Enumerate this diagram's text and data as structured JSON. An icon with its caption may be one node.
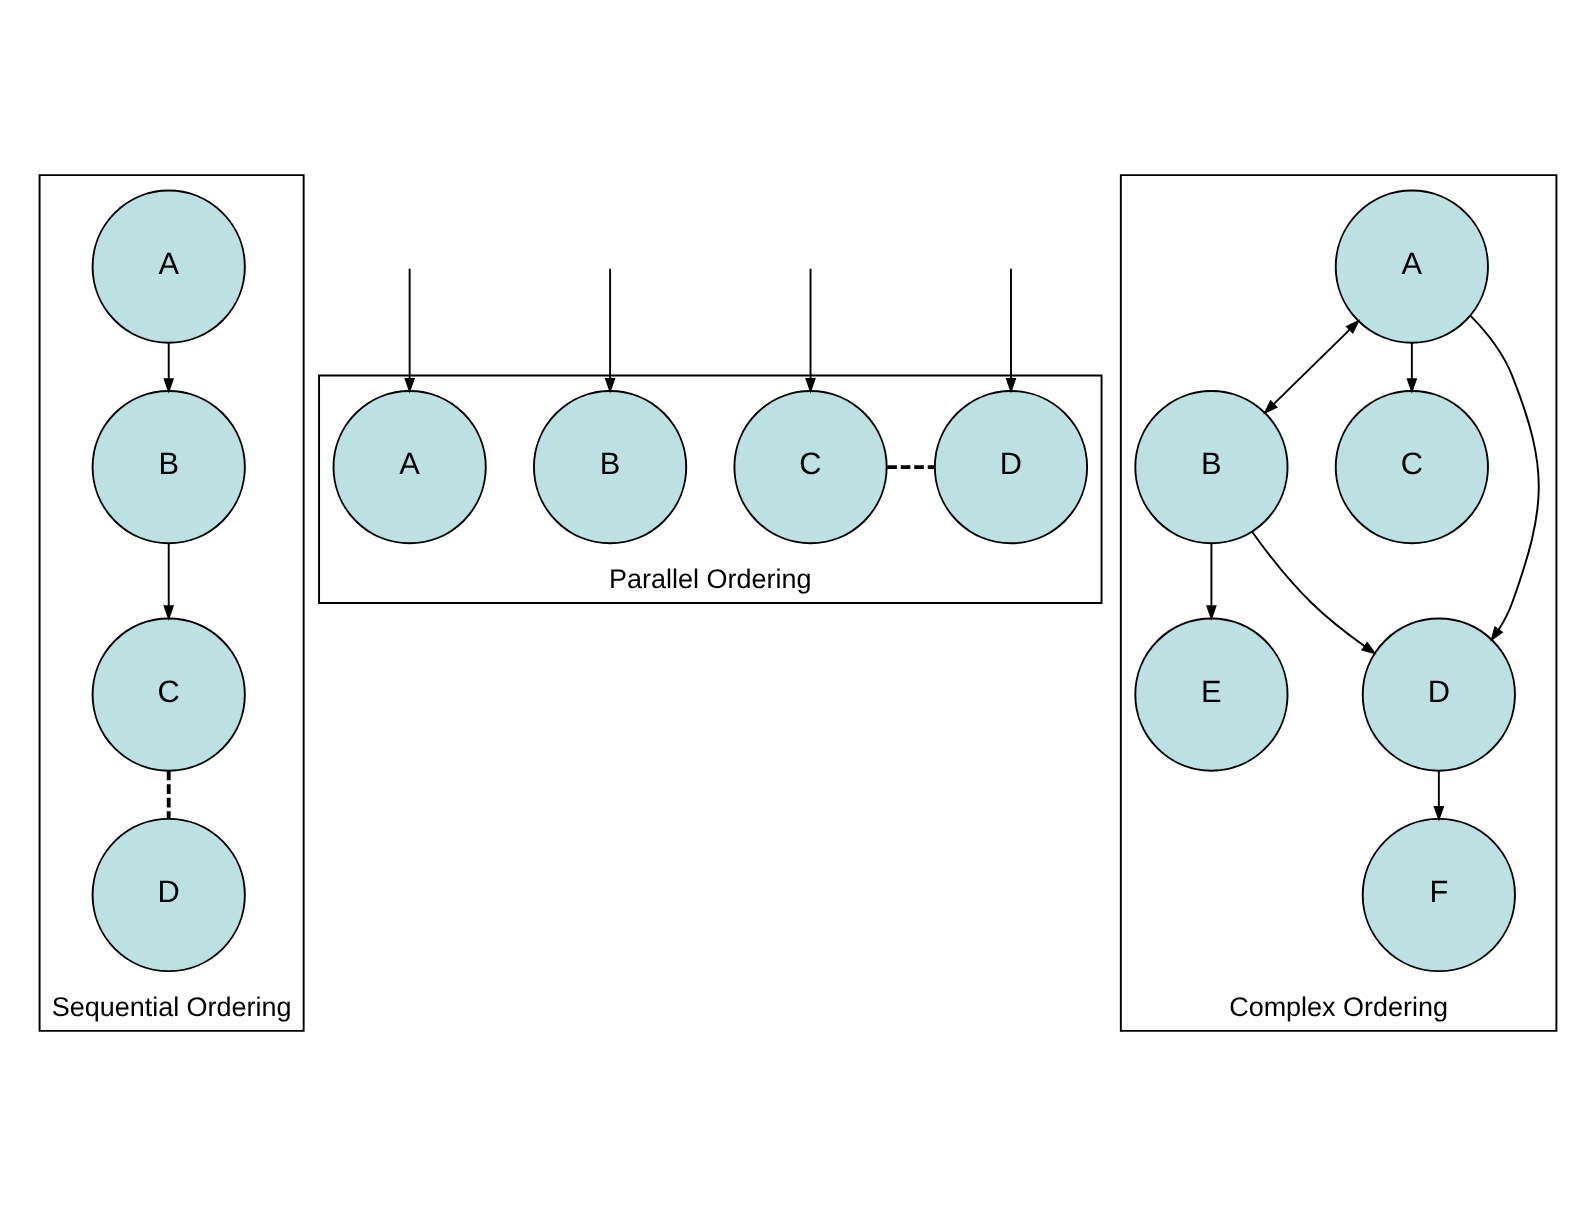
{
  "diagram": {
    "nodes": [
      {
        "text": [
          "Sequential Ordering"
        ]
      },
      {
        "text": [
          "A"
        ],
        "in": 0
      },
      {
        "text": [
          "B"
        ],
        "in": 0
      },
      {
        "text": [
          "C"
        ],
        "in": 0
      },
      {
        "text": [
          "D"
        ],
        "in": 0
      },
      {
        "text": [
          "Parallel Ordering"
        ]
      },
      {
        "text": [
          "A"
        ],
        "in": 5
      },
      {
        "text": [
          "B"
        ],
        "in": 5
      },
      {
        "text": [
          "C"
        ],
        "in": 5
      },
      {
        "text": [
          "D"
        ],
        "in": 5
      },
      {
        "text": [
          "Complex Ordering"
        ]
      },
      {
        "text": [
          "A"
        ],
        "in": 10
      },
      {
        "text": [
          "B"
        ],
        "in": 10
      },
      {
        "text": [
          "C"
        ],
        "in": 10
      },
      {
        "text": [
          "D"
        ],
        "in": 10
      },
      {
        "text": [
          "E"
        ],
        "in": 10
      },
      {
        "text": [
          "F"
        ],
        "in": 10
      }
    ],
    "edges": [
      {
        "from": 1,
        "to": 2,
        "arrow": "to"
      },
      {
        "from": 2,
        "to": 3,
        "arrow": "to"
      },
      {
        "from": 3,
        "to": 4,
        "arrow": "none",
        "style": "dashed"
      },
      {
        "from": null,
        "to": 6,
        "arrow": "to"
      },
      {
        "from": null,
        "to": 7,
        "arrow": "to"
      },
      {
        "from": null,
        "to": 8,
        "arrow": "to"
      },
      {
        "from": null,
        "to": 9,
        "arrow": "to"
      },
      {
        "from": 8,
        "to": 9,
        "arrow": "none",
        "style": "dashed"
      },
      {
        "from": 11,
        "to": 12,
        "arrow": "both"
      },
      {
        "from": 11,
        "to": 13,
        "arrow": "to"
      },
      {
        "from": 11,
        "to": 14,
        "arrow": "to"
      },
      {
        "from": 12,
        "to": 14,
        "arrow": "to"
      },
      {
        "from": 12,
        "to": 15,
        "arrow": "to"
      },
      {
        "from": 14,
        "to": 16,
        "arrow": "to"
      }
    ]
  }
}
